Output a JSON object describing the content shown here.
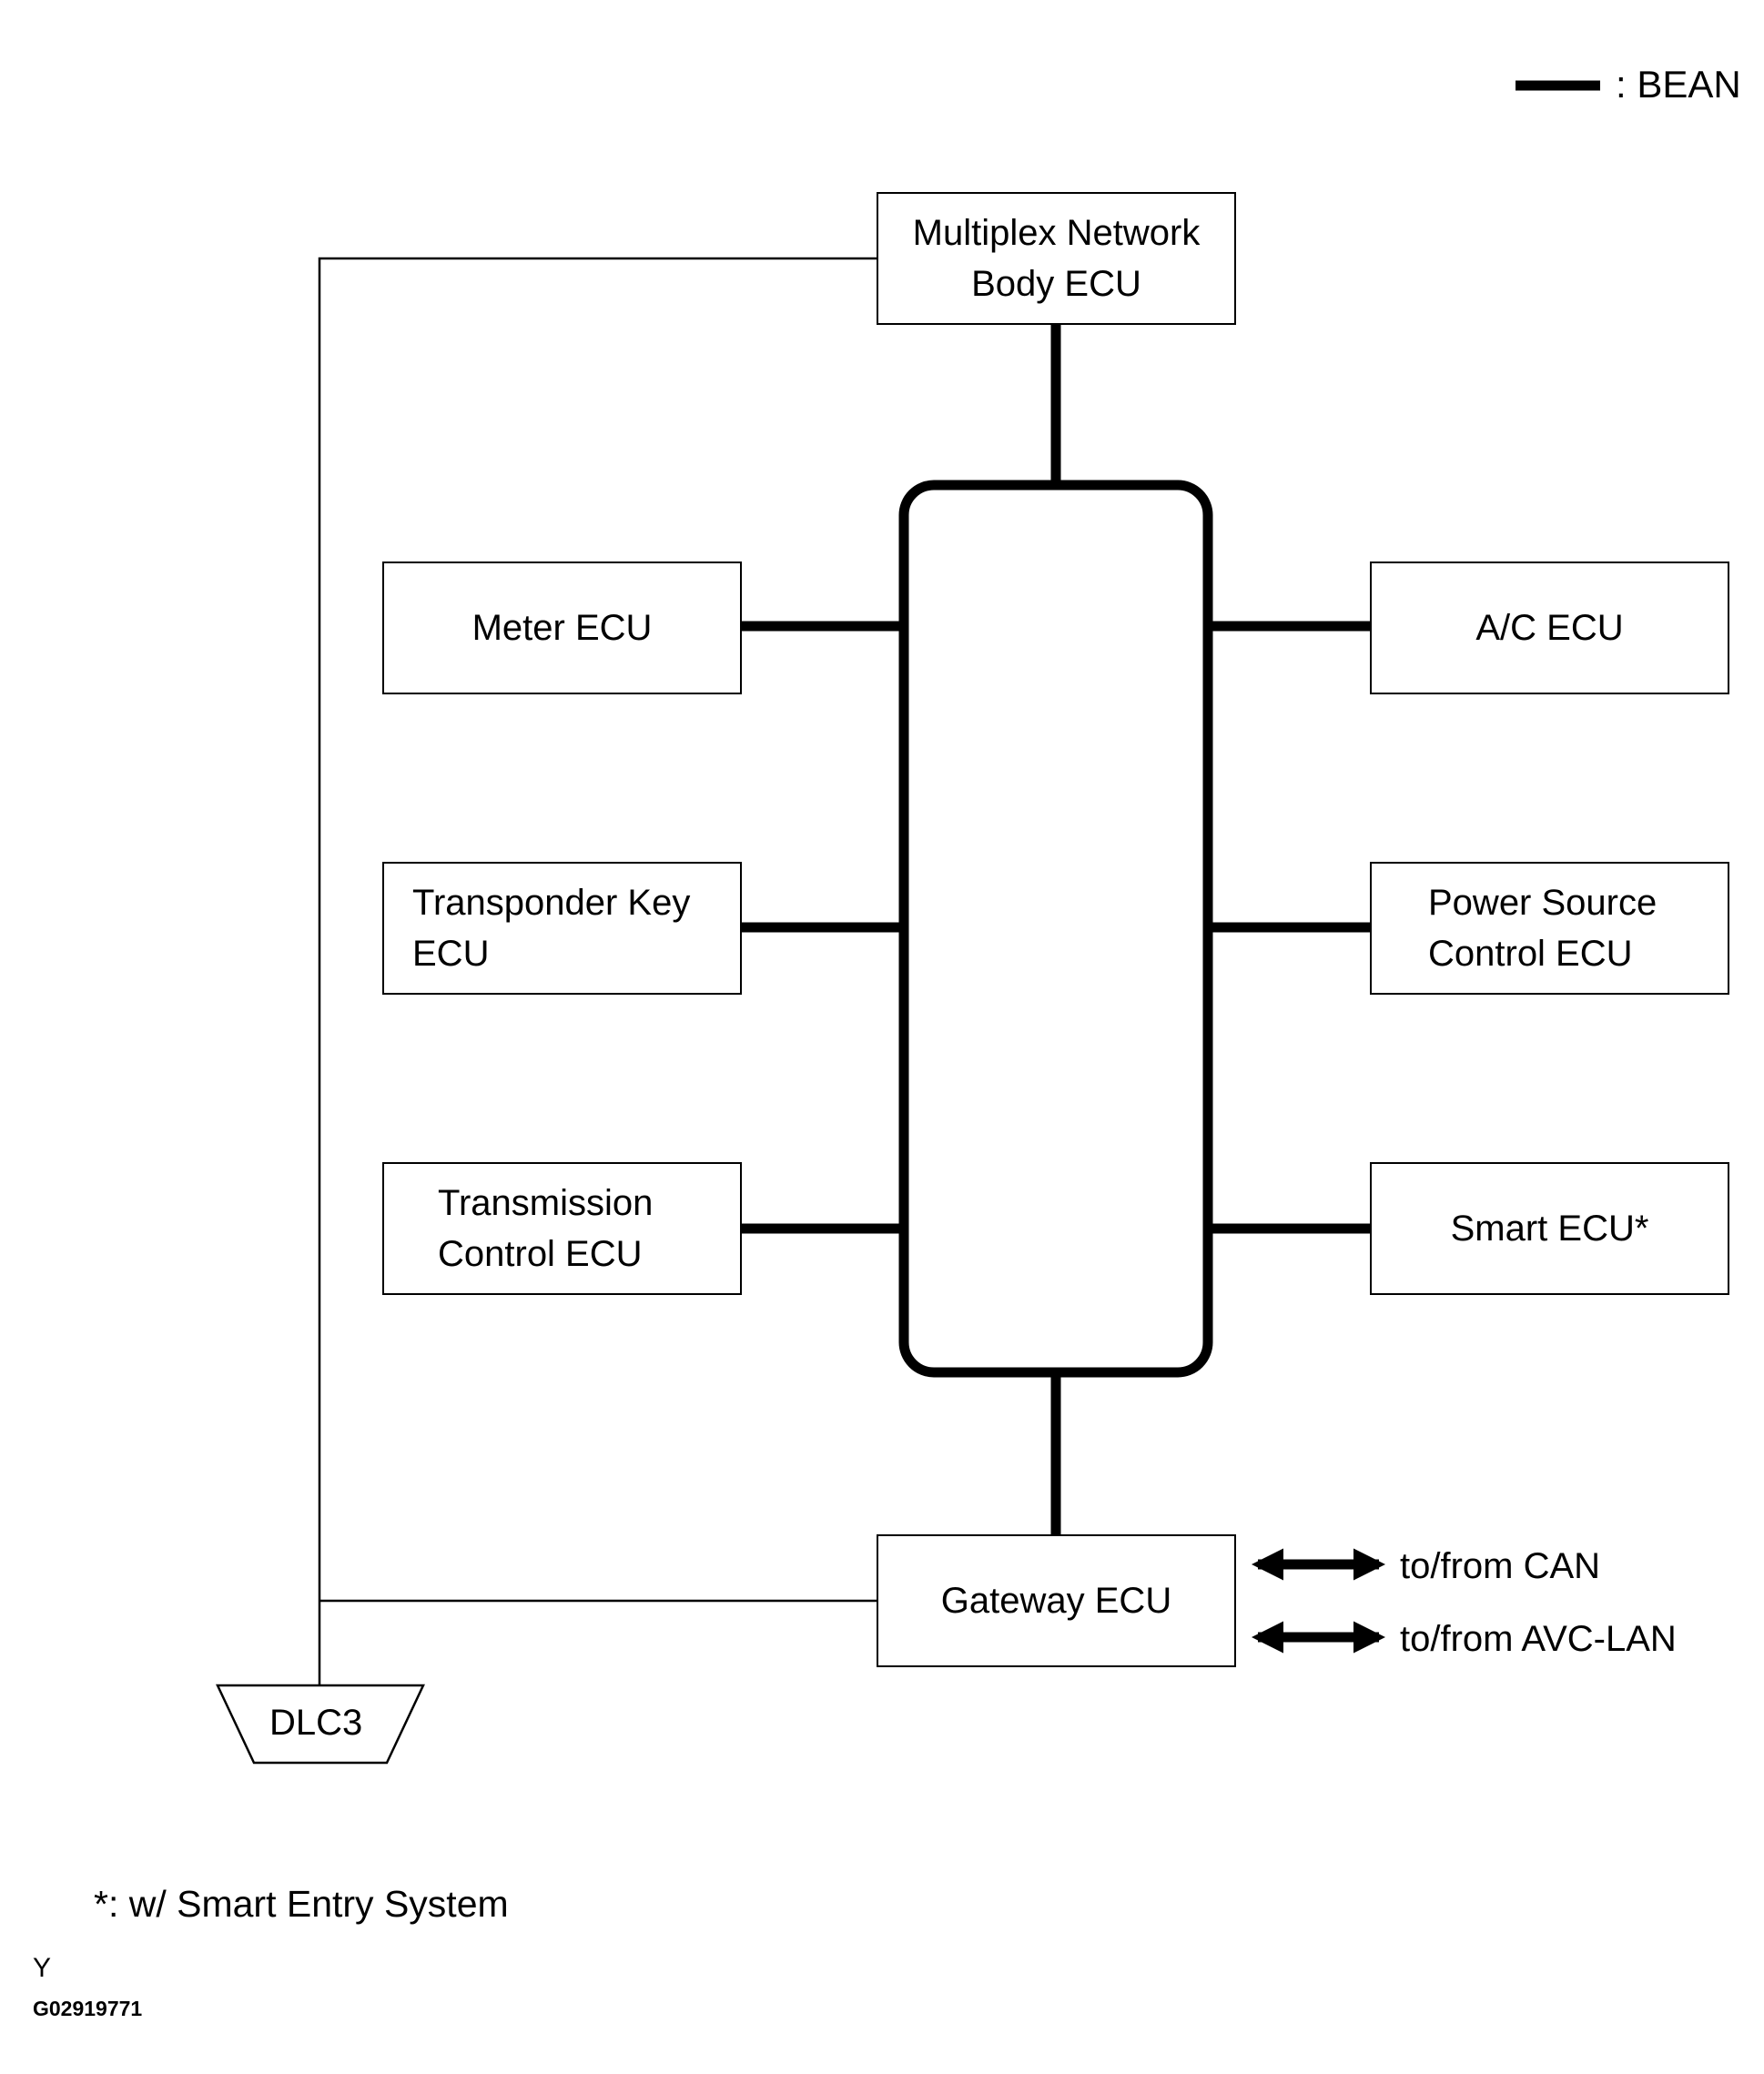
{
  "legend": {
    "label": ": BEAN"
  },
  "nodes": {
    "multiplex": "Multiplex Network\n Body ECU",
    "meter": "Meter ECU",
    "transponder": "Transponder Key\nECU",
    "transmission": "Transmission\nControl ECU",
    "ac": "A/C ECU",
    "power_source": "Power Source\nControl ECU",
    "smart": "Smart ECU*",
    "gateway": "Gateway ECU",
    "dlc3": "DLC3"
  },
  "connections": {
    "can": "to/from CAN",
    "avc_lan": "to/from AVC-LAN"
  },
  "footnote": "*: w/ Smart Entry System",
  "corner_code": "Y",
  "figure_id": "G02919771"
}
